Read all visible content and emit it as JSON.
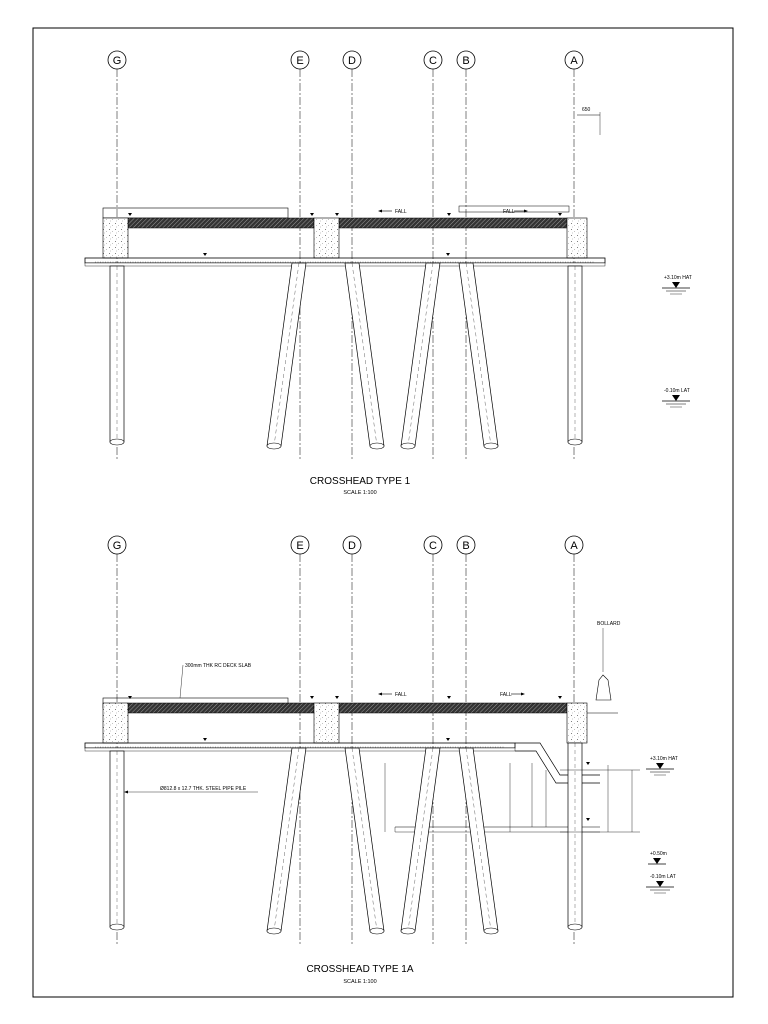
{
  "grid_labels": [
    "G",
    "E",
    "D",
    "C",
    "B",
    "A"
  ],
  "sections": [
    {
      "title": "CROSSHEAD TYPE 1",
      "scale": "SCALE 1:100",
      "dim_top": "650",
      "fall_labels": [
        "FALL",
        "FALL"
      ],
      "water_levels": [
        "+3.10m HAT",
        "-0.10m LAT"
      ]
    },
    {
      "title": "CROSSHEAD TYPE 1A",
      "scale": "SCALE 1:100",
      "fall_labels": [
        "FALL",
        "FALL"
      ],
      "slab_note": "300mm THK RC DECK SLAB",
      "pile_note": "Ø812.8 x 12.7 THK. STEEL PIPE PILE",
      "bollard": "BOLLARD",
      "water_levels": [
        "+3.10m HAT",
        "+0.50m",
        "-0.10m LAT"
      ]
    }
  ],
  "colors": {
    "line": "#000000",
    "hatch": "#222222",
    "paper": "#ffffff"
  }
}
